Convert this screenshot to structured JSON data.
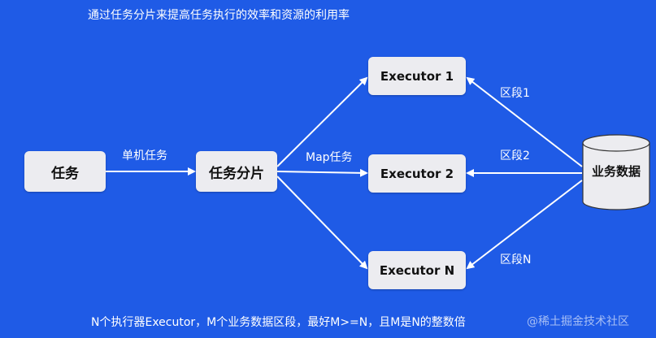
{
  "title": "通过任务分片来提高任务执行的效率和资源的利用率",
  "nodes": {
    "task": "任务",
    "shard": "任务分片",
    "executor1": "Executor 1",
    "executor2": "Executor 2",
    "executorN": "Executor N",
    "data_store": "业务数据"
  },
  "edges": {
    "single_machine": "单机任务",
    "map_task": "Map任务",
    "segment1": "区段1",
    "segment2": "区段2",
    "segmentN": "区段N"
  },
  "footer": "N个执行器Executor，M个业务数据区段，最好M>=N，且M是N的整数倍",
  "watermark": "@稀土掘金技术社区",
  "colors": {
    "background": "#1f5be6",
    "box": "#ececf0",
    "arrow": "#ffffff"
  }
}
